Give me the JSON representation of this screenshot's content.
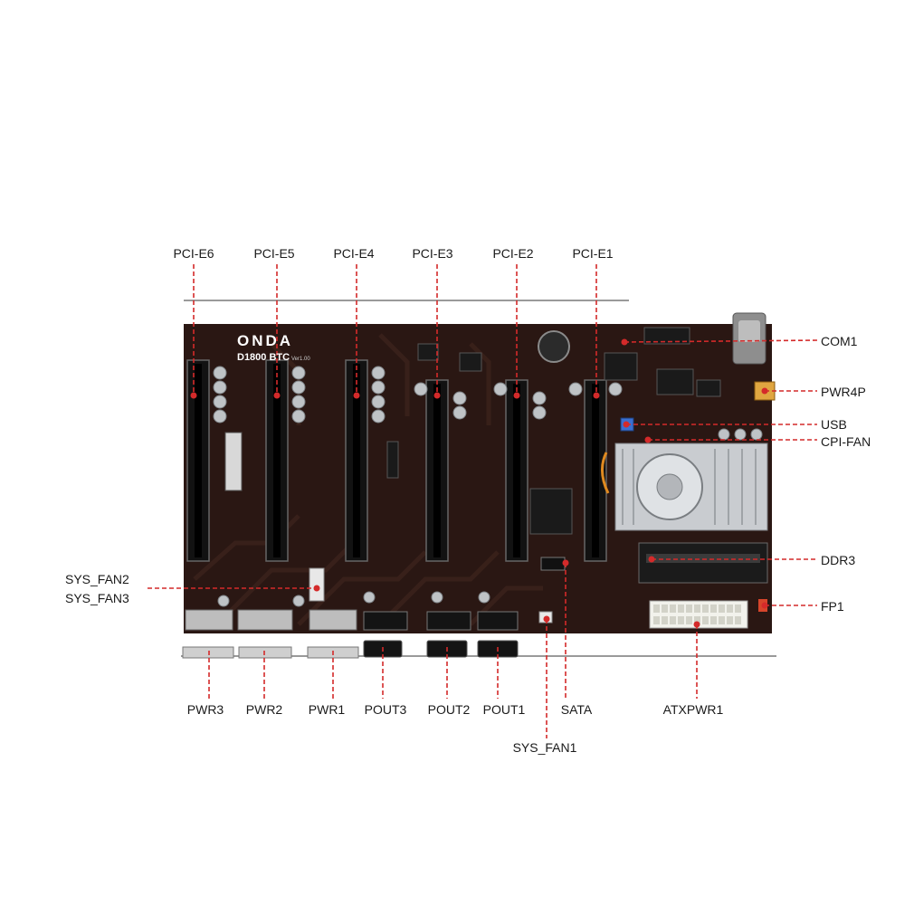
{
  "colors": {
    "board": "#2a1713",
    "board_trace": "#3a211b",
    "leader": "#d42a2a",
    "background": "#ffffff",
    "label_text": "#1a1a1a"
  },
  "board": {
    "brand": "ONDA",
    "model": "D1800 BTC",
    "version": "Ver1.00"
  },
  "labels": {
    "top": [
      "PCI-E6",
      "PCI-E5",
      "PCI-E4",
      "PCI-E3",
      "PCI-E2",
      "PCI-E1"
    ],
    "right": [
      "COM1",
      "PWR4P",
      "USB",
      "CPI-FAN",
      "DDR3",
      "FP1"
    ],
    "left": [
      "SYS_FAN2",
      "SYS_FAN3"
    ],
    "bottom": [
      "PWR3",
      "PWR2",
      "PWR1",
      "POUT3",
      "POUT2",
      "POUT1",
      "SATA",
      "ATXPWR1"
    ],
    "bottom_extra": "SYS_FAN1"
  }
}
